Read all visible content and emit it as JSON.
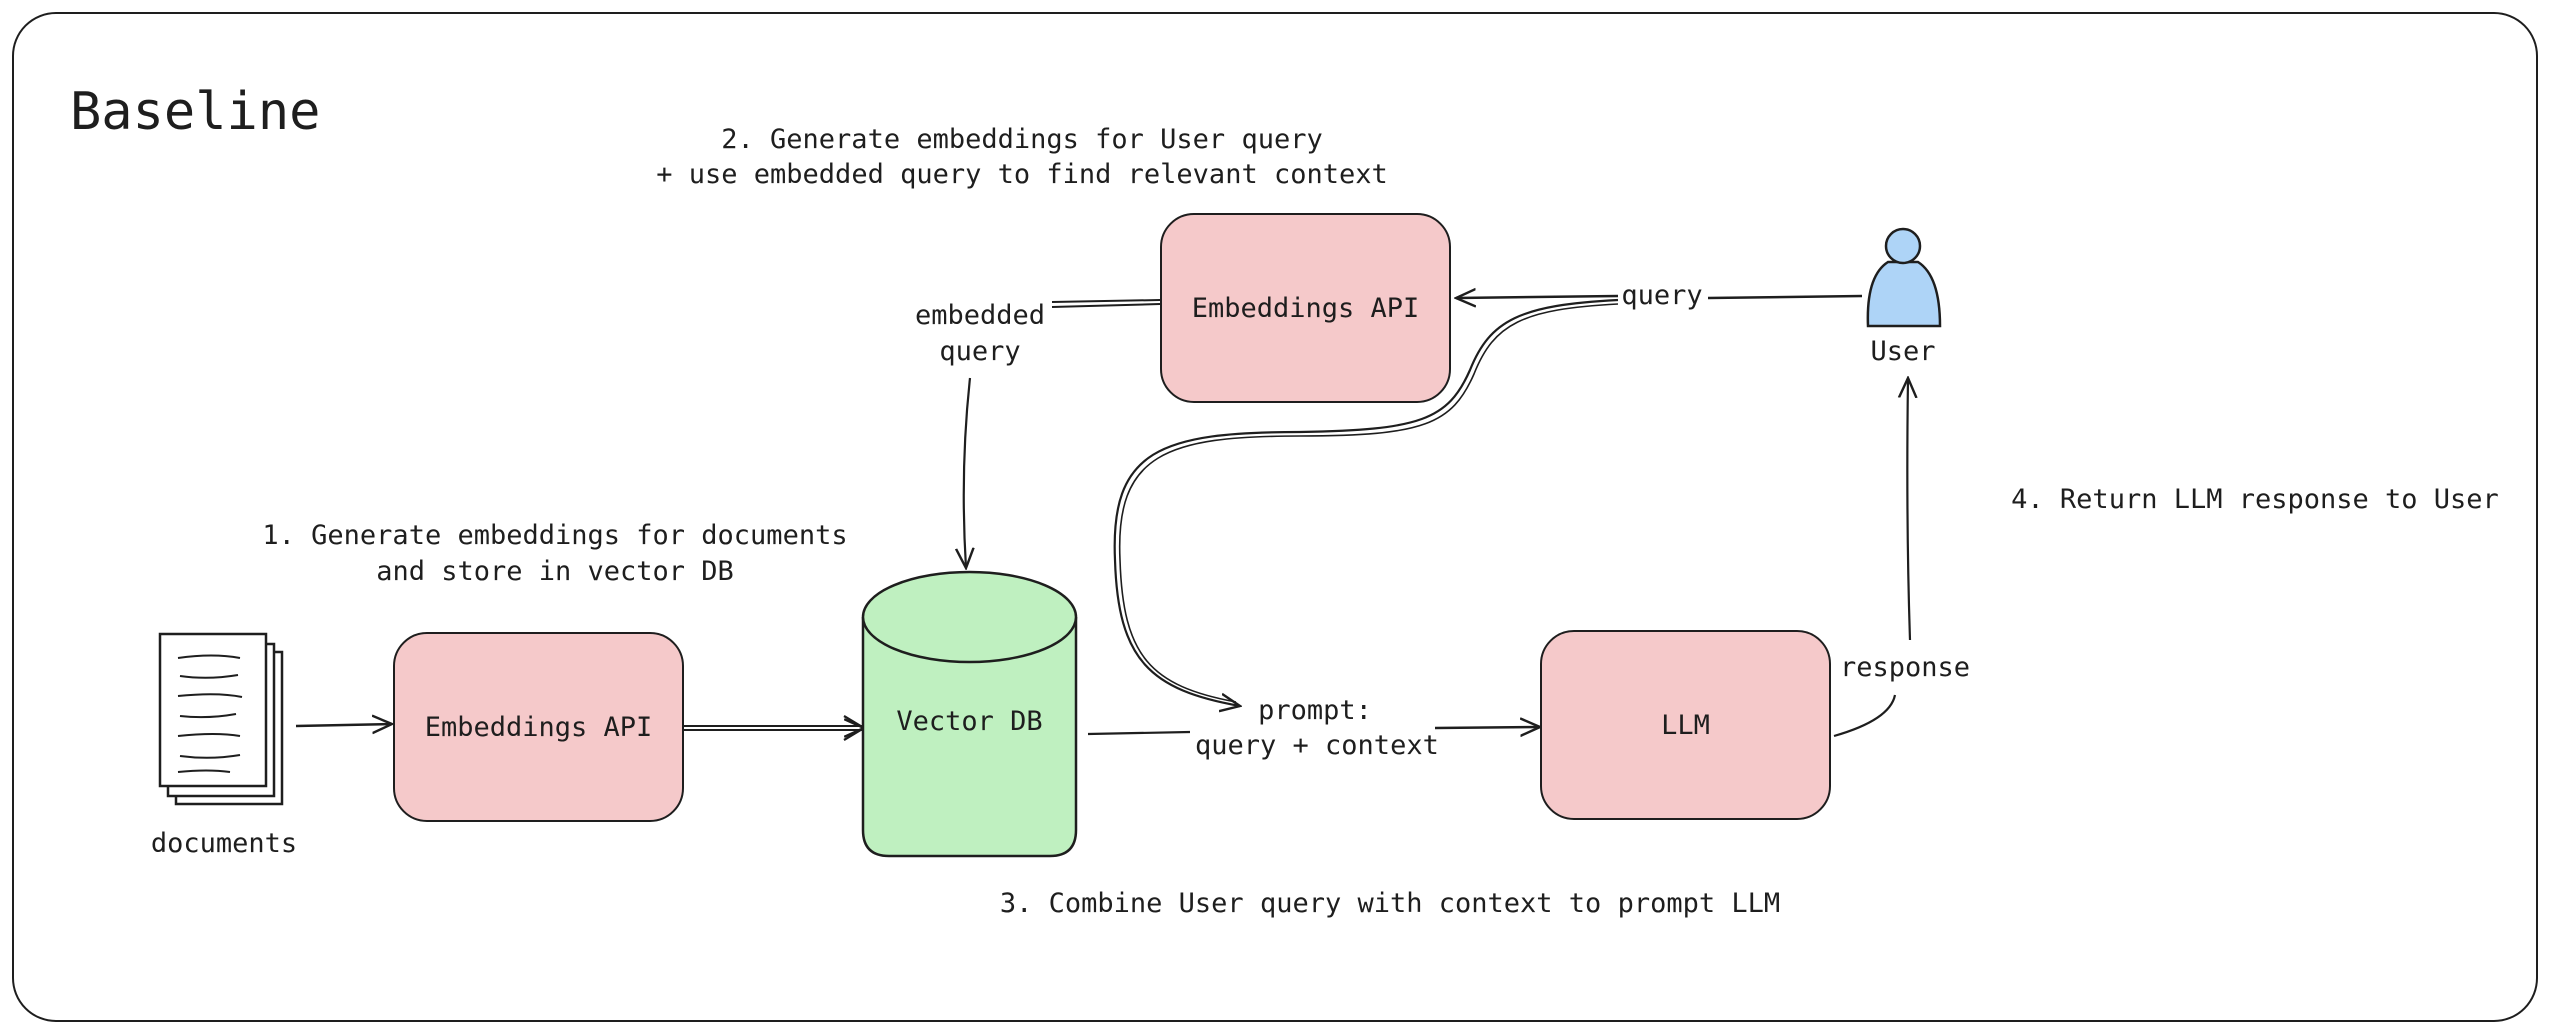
{
  "diagram": {
    "title": "Baseline",
    "step1": {
      "line1": "1. Generate embeddings for documents",
      "line2": "and store in vector DB"
    },
    "step2": {
      "line1": "2. Generate embeddings for User query",
      "line2": "+ use embedded query to find relevant context"
    },
    "step3": "3. Combine User query with context to prompt LLM",
    "step4": "4. Return LLM response to User",
    "nodes": {
      "documents": "documents",
      "embeddings_api_docs": "Embeddings API",
      "vector_db": "Vector DB",
      "embeddings_api_query": "Embeddings API",
      "llm": "LLM",
      "user": "User"
    },
    "edge_labels": {
      "query": "query",
      "embedded_query_line1": "embedded",
      "embedded_query_line2": "query",
      "prompt_line1": "prompt:",
      "prompt_line2": "query + context",
      "response": "response"
    },
    "colors": {
      "api_fill": "#f5c9ca",
      "db_fill": "#bff0c0",
      "user_fill": "#aed4f7",
      "stroke": "#1e1e1e"
    }
  }
}
